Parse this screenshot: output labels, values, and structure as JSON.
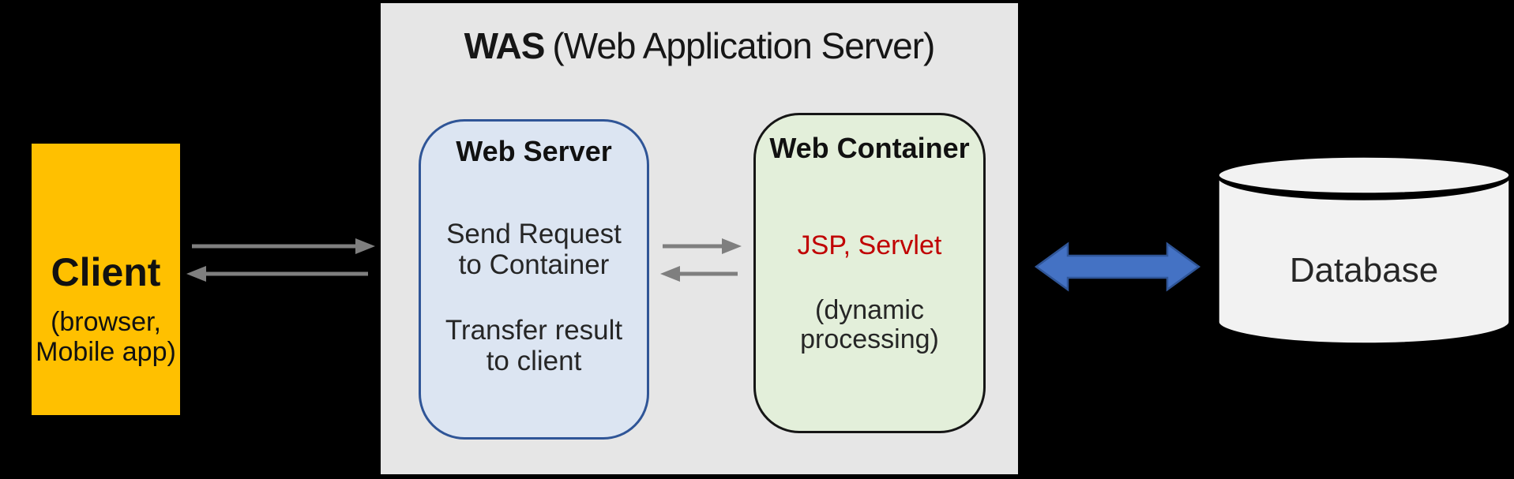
{
  "was": {
    "title_bold": "WAS",
    "title_rest": "(Web Application Server)"
  },
  "client": {
    "title": "Client",
    "subtitle": [
      "(browser,",
      "Mobile app)"
    ]
  },
  "web_server": {
    "title": "Web Server",
    "body1": [
      "Send Request",
      "to Container"
    ],
    "body2": [
      "Transfer result",
      "to client"
    ]
  },
  "web_container": {
    "title": "Web Container",
    "tech": "JSP, Servlet",
    "note": [
      "(dynamic",
      "processing)"
    ]
  },
  "database": {
    "label": "Database"
  },
  "icons": {
    "request_arrows": "gray-bidirectional-request-response-arrows",
    "db_link": "blue-double-headed-arrow"
  },
  "colors": {
    "background": "#000000",
    "client_fill": "#FFC000",
    "was_panel_fill": "#E6E6E6",
    "web_server_fill": "#DCE5F2",
    "web_server_border": "#2F5597",
    "web_container_fill": "#E3EFDA",
    "web_container_border": "#161616",
    "tech_text": "#C00000",
    "database_fill": "#F2F2F2",
    "gray_arrow": "#7F7F7F",
    "blue_arrow_fill": "#4472C4",
    "blue_arrow_border": "#2F5597"
  }
}
